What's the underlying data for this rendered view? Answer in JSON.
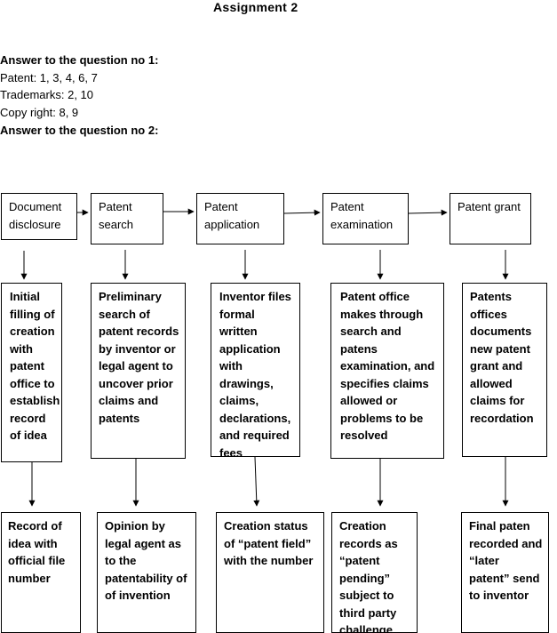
{
  "title": "Assignment 2",
  "answers": {
    "q1_heading": "Answer to the question no 1:",
    "patent": "Patent: 1, 3, 4, 6, 7",
    "trademarks": "Trademarks: 2, 10",
    "copyright": "Copy right: 8, 9",
    "q2_heading": "Answer to the question no 2:"
  },
  "flow": {
    "stages": [
      "Document disclosure",
      "Patent search",
      "Patent application",
      "Patent examination",
      "Patent grant"
    ],
    "descriptions": [
      "Initial filling of creation with patent office to establish record of idea",
      "Preliminary search of patent records by inventor or legal agent to uncover prior claims and patents",
      "Inventor files formal written application with drawings, claims, declarations, and required fees",
      "Patent office makes through search and patens examination, and specifies claims allowed or problems to be resolved",
      "Patents offices documents new patent grant and allowed claims for recordation"
    ],
    "outcomes": [
      "Record of idea with official file number",
      "Opinion by legal agent as to the patentability of of invention",
      "Creation status of “patent field” with the number",
      "Creation records as “patent pending” subject to third party challenge",
      "Final paten recorded and “later patent” send to inventor"
    ]
  }
}
